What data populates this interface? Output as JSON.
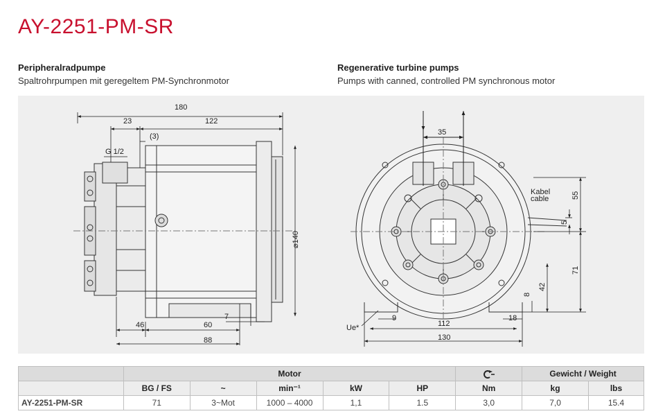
{
  "title": "AY-2251-PM-SR",
  "left_header": {
    "bold": "Peripheralradpumpe",
    "normal": "Spaltrohrpumpen mit geregeltem PM-Synchronmotor"
  },
  "right_header": {
    "bold": "Regenerative turbine pumps",
    "normal": "Pumps with canned, controlled PM synchronous motor"
  },
  "drawing": {
    "side_view": {
      "overall_length": "180",
      "dim_23": "23",
      "dim_122": "122",
      "dim_3": "(3)",
      "thread": "G 1/2",
      "diameter": "⌀140",
      "dim_46": "46",
      "dim_60": "60",
      "dim_7": "7",
      "dim_88": "88"
    },
    "front_view": {
      "port_spacing": "35",
      "cable_label_de": "Kabel",
      "cable_label_en": "cable",
      "dim_55": "55",
      "dim_5": "5",
      "dim_71": "71",
      "dim_42": "42",
      "dim_8": "8",
      "dim_9": "9",
      "dim_18": "18",
      "dim_112": "112",
      "dim_130": "130",
      "ue_label": "Ue*"
    }
  },
  "table": {
    "group_motor": "Motor",
    "group_weight": "Gewicht / Weight",
    "torque_icon": "torque-icon",
    "columns": [
      "BG / FS",
      "~",
      "min⁻¹",
      "kW",
      "HP",
      "Nm",
      "kg",
      "lbs"
    ],
    "rows": [
      {
        "model": "AY-2251-PM-SR",
        "values": [
          "71",
          "3~Mot",
          "1000 – 4000",
          "1,1",
          "1.5",
          "3,0",
          "7,0",
          "15.4"
        ]
      }
    ]
  }
}
